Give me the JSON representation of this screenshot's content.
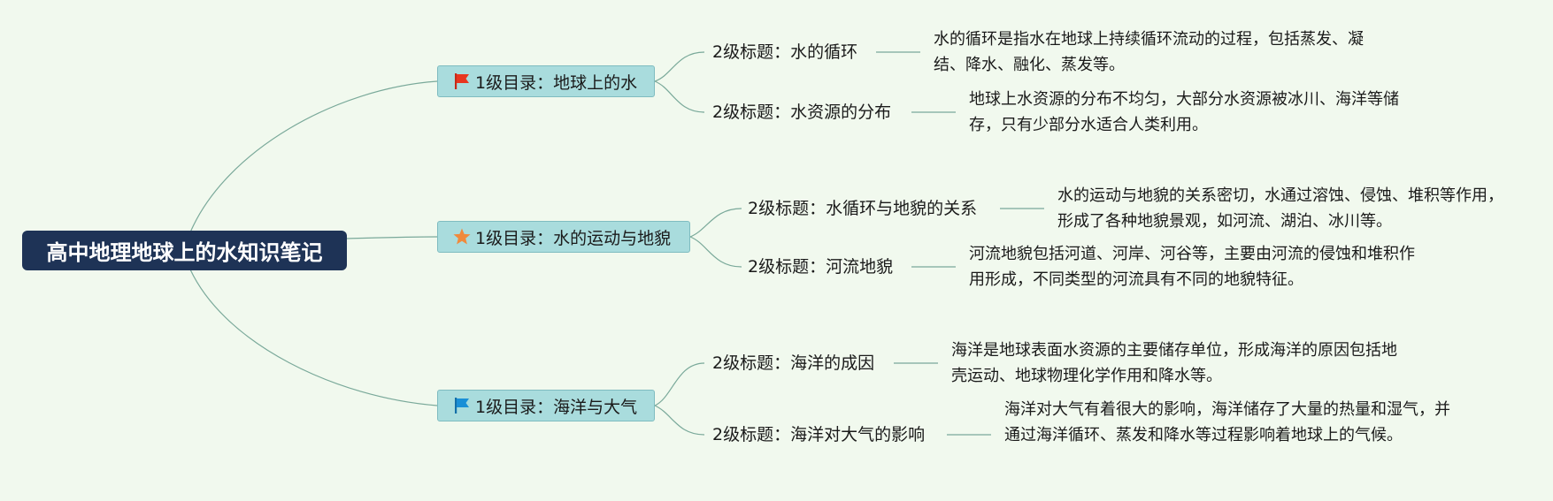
{
  "root": {
    "title": "高中地理地球上的水知识笔记"
  },
  "colors": {
    "background": "#f1f9ee",
    "root_fill": "#1e3356",
    "topic_fill": "#a9dcdd",
    "topic_border": "#7fbcc0",
    "line": "#7aa99a",
    "red_flag": "#e8351f",
    "orange_star": "#f08a3c",
    "blue_flag": "#1a8fd6"
  },
  "topics": [
    {
      "icon": "red-flag-icon",
      "label": "1级目录：地球上的水",
      "children": [
        {
          "label": "2级标题：水的循环",
          "note": "水的循环是指水在地球上持续循环流动的过程，包括蒸发、凝结、降水、融化、蒸发等。"
        },
        {
          "label": "2级标题：水资源的分布",
          "note": "地球上水资源的分布不均匀，大部分水资源被冰川、海洋等储存，只有少部分水适合人类利用。"
        }
      ]
    },
    {
      "icon": "orange-star-icon",
      "label": "1级目录：水的运动与地貌",
      "children": [
        {
          "label": "2级标题：水循环与地貌的关系",
          "note": "水的运动与地貌的关系密切，水通过溶蚀、侵蚀、堆积等作用，形成了各种地貌景观，如河流、湖泊、冰川等。"
        },
        {
          "label": "2级标题：河流地貌",
          "note": "河流地貌包括河道、河岸、河谷等，主要由河流的侵蚀和堆积作用形成，不同类型的河流具有不同的地貌特征。"
        }
      ]
    },
    {
      "icon": "blue-flag-icon",
      "label": "1级目录：海洋与大气",
      "children": [
        {
          "label": "2级标题：海洋的成因",
          "note": "海洋是地球表面水资源的主要储存单位，形成海洋的原因包括地壳运动、地球物理化学作用和降水等。"
        },
        {
          "label": "2级标题：海洋对大气的影响",
          "note": "海洋对大气有着很大的影响，海洋储存了大量的热量和湿气，并通过海洋循环、蒸发和降水等过程影响着地球上的气候。"
        }
      ]
    }
  ]
}
